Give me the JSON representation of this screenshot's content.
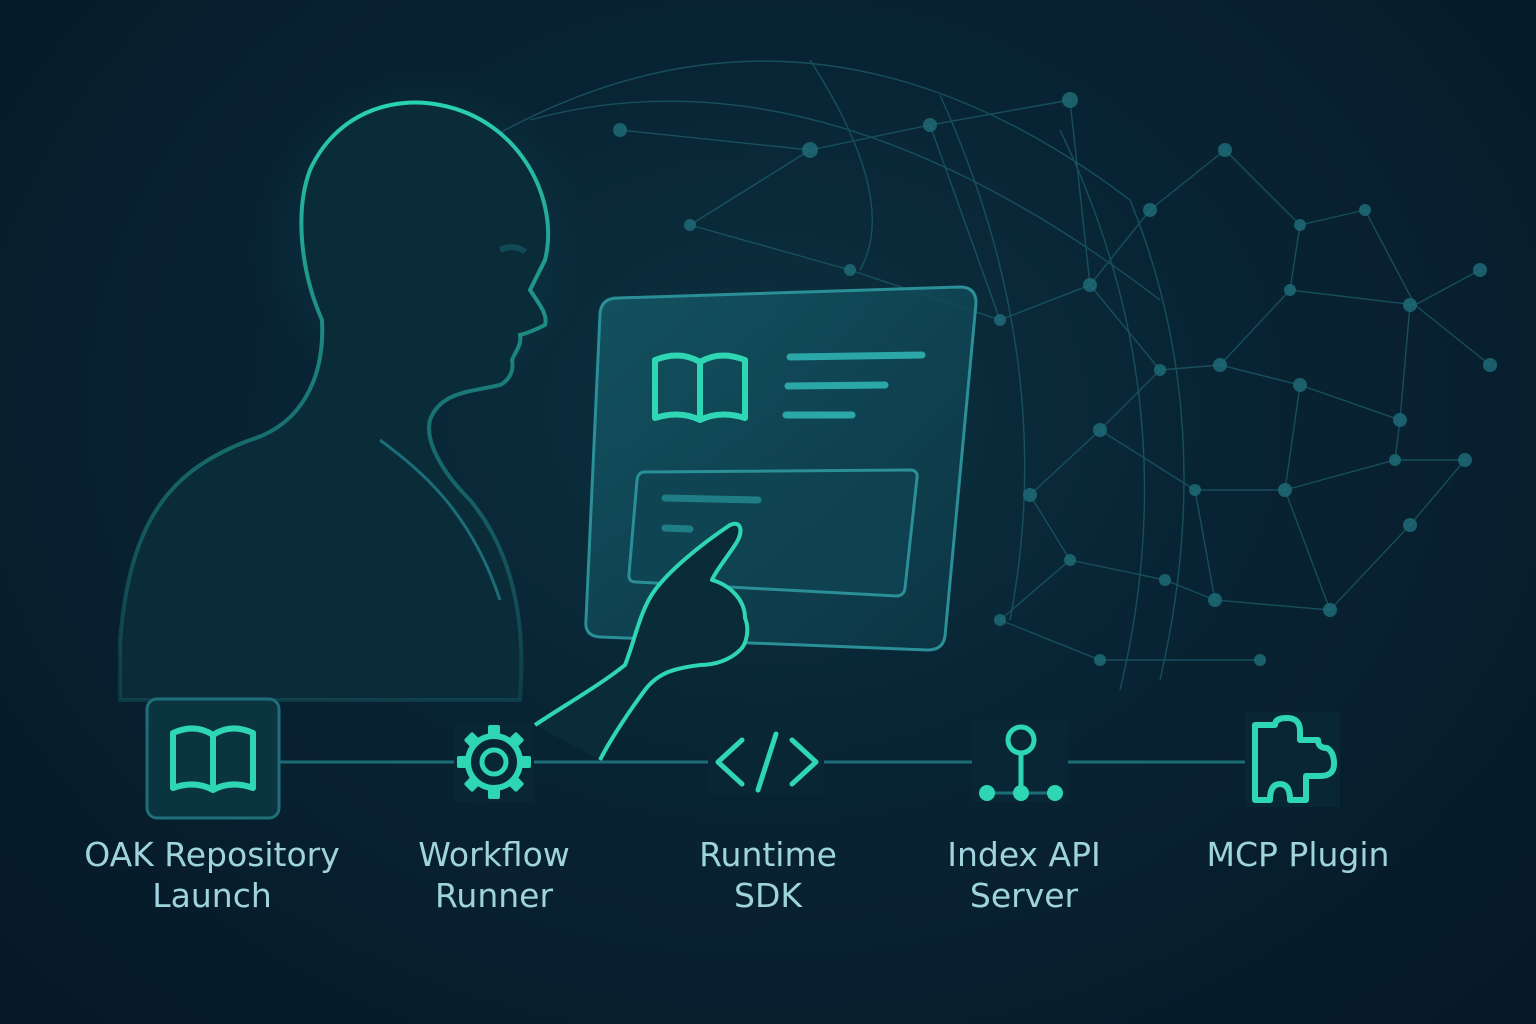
{
  "theme": {
    "background": "#082333",
    "accent": "#2fd6b4",
    "line": "#1b6d78",
    "label": "#9fd4de"
  },
  "steps": [
    {
      "label": "OAK Repository\nLaunch",
      "icon": "book-icon"
    },
    {
      "label": "Workflow\nRunner",
      "icon": "gear-icon"
    },
    {
      "label": "Runtime\nSDK",
      "icon": "code-icon"
    },
    {
      "label": "Index API\nServer",
      "icon": "node-branch-icon"
    },
    {
      "label": "MCP Plugin",
      "icon": "puzzle-piece-icon"
    }
  ]
}
